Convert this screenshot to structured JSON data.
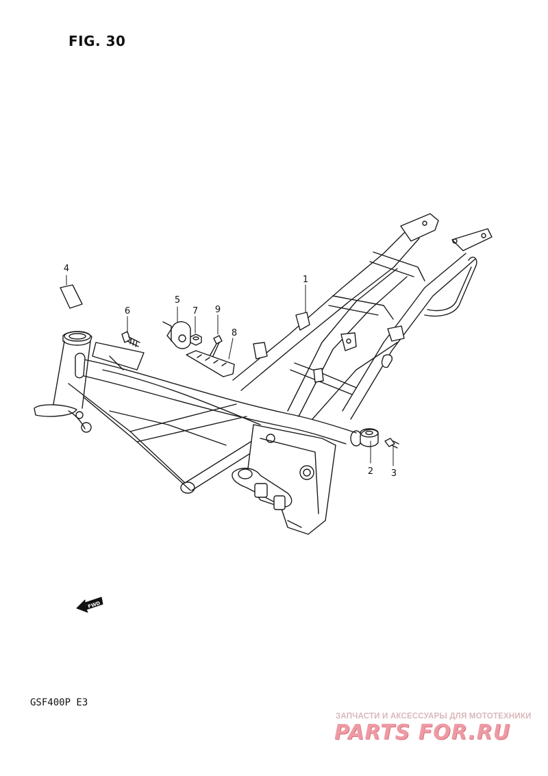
{
  "figure": {
    "title": "FIG. 30"
  },
  "model": {
    "code": "GSF400P  E3"
  },
  "callouts": [
    {
      "id": "c1",
      "label": "1"
    },
    {
      "id": "c2",
      "label": "2"
    },
    {
      "id": "c3",
      "label": "3"
    },
    {
      "id": "c4",
      "label": "4"
    },
    {
      "id": "c5",
      "label": "5"
    },
    {
      "id": "c6",
      "label": "6"
    },
    {
      "id": "c7",
      "label": "7"
    },
    {
      "id": "c8",
      "label": "8"
    },
    {
      "id": "c9",
      "label": "9"
    }
  ],
  "fwd_marker": {
    "label": "FWD"
  },
  "watermark": {
    "tagline": "ЗАПЧАСТИ И АКСЕССУАРЫ ДЛЯ МОТОТЕХНИКИ",
    "logo": "PARTS FOR.RU"
  }
}
